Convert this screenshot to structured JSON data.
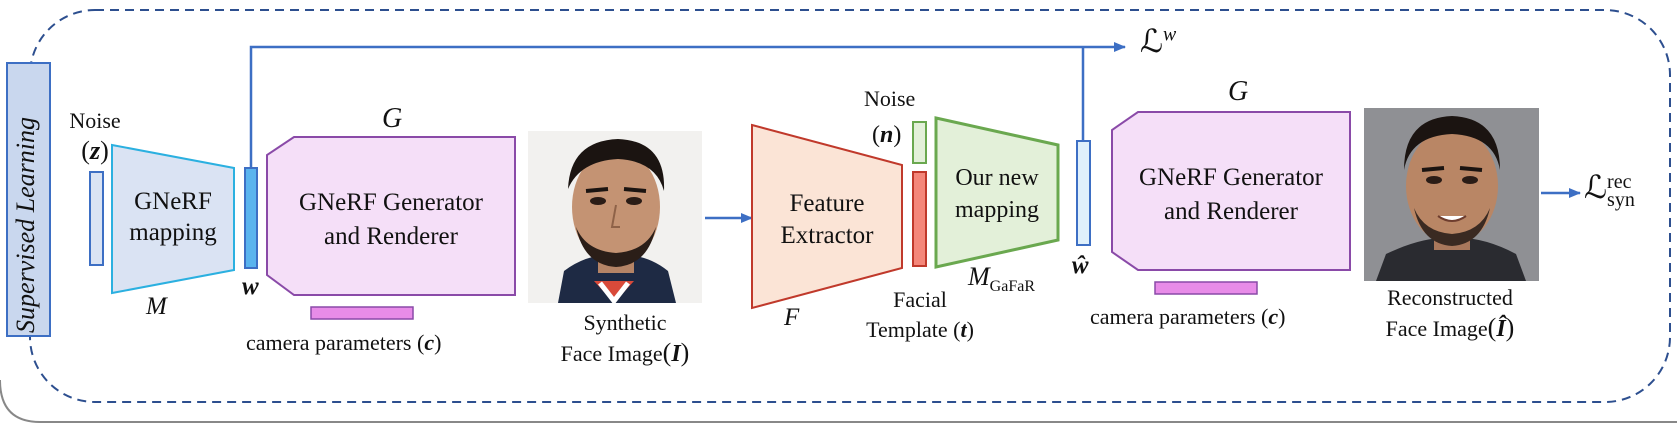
{
  "panel_label": "Supervised Learning",
  "loss_w": {
    "symbol": "ℒ",
    "sup": "w"
  },
  "loss_rec": {
    "symbol": "ℒ",
    "sup": "rec",
    "sub": "syn"
  },
  "noise_z": {
    "label": "Noise",
    "var_open": "(",
    "var": "z",
    "var_close": ")"
  },
  "noise_n": {
    "label": "Noise",
    "var_open": "(",
    "var": "n",
    "var_close": ")"
  },
  "mapping_block": {
    "line1": "GNeRF",
    "line2": "mapping",
    "symbol": "M"
  },
  "w_symbol": "w",
  "w_hat_symbol": "ŵ",
  "generator1": {
    "line1": "GNeRF Generator",
    "line2": "and Renderer",
    "symbol": "G"
  },
  "generator2": {
    "line1": "GNeRF Generator",
    "line2": "and Renderer",
    "symbol": "G"
  },
  "camera1": {
    "text": "camera parameters (",
    "var": "c",
    "close": ")"
  },
  "camera2": {
    "text": "camera parameters (",
    "var": "c",
    "close": ")"
  },
  "synthetic_caption": {
    "line1": "Synthetic",
    "line2": "Face Image",
    "open": "(",
    "var": "I",
    "close": ")"
  },
  "feature_extractor": {
    "line1": "Feature",
    "line2": "Extractor",
    "symbol": "F"
  },
  "facial_template": {
    "line1": "Facial",
    "line2": "Template (",
    "var": "t",
    "close": ")"
  },
  "mapping_new": {
    "line1": "Our new",
    "line2": "mapping",
    "symbol": "M",
    "sub": "GaFaR"
  },
  "reconstructed_caption": {
    "line1": "Reconstructed",
    "line2": "Face Image",
    "open": "(",
    "var": "Î",
    "close": ")"
  },
  "colors": {
    "blue_line": "#3d6fc4",
    "dash_border": "#2d4f8f",
    "mapping_fill": "#dae3f3",
    "mapping_stroke": "#2bb0e0",
    "latent_fill": "#5ab4ee",
    "generator_fill": "#f5dff8",
    "generator_stroke": "#8a4aa8",
    "camera_bar": "#e88ce8",
    "extractor_fill": "#fbe4d6",
    "extractor_stroke": "#c0392b",
    "template_fill": "#f4877a",
    "newmap_fill": "#e3f0d9",
    "newmap_stroke": "#6aa84f",
    "label_fill": "#c9d7ee"
  }
}
